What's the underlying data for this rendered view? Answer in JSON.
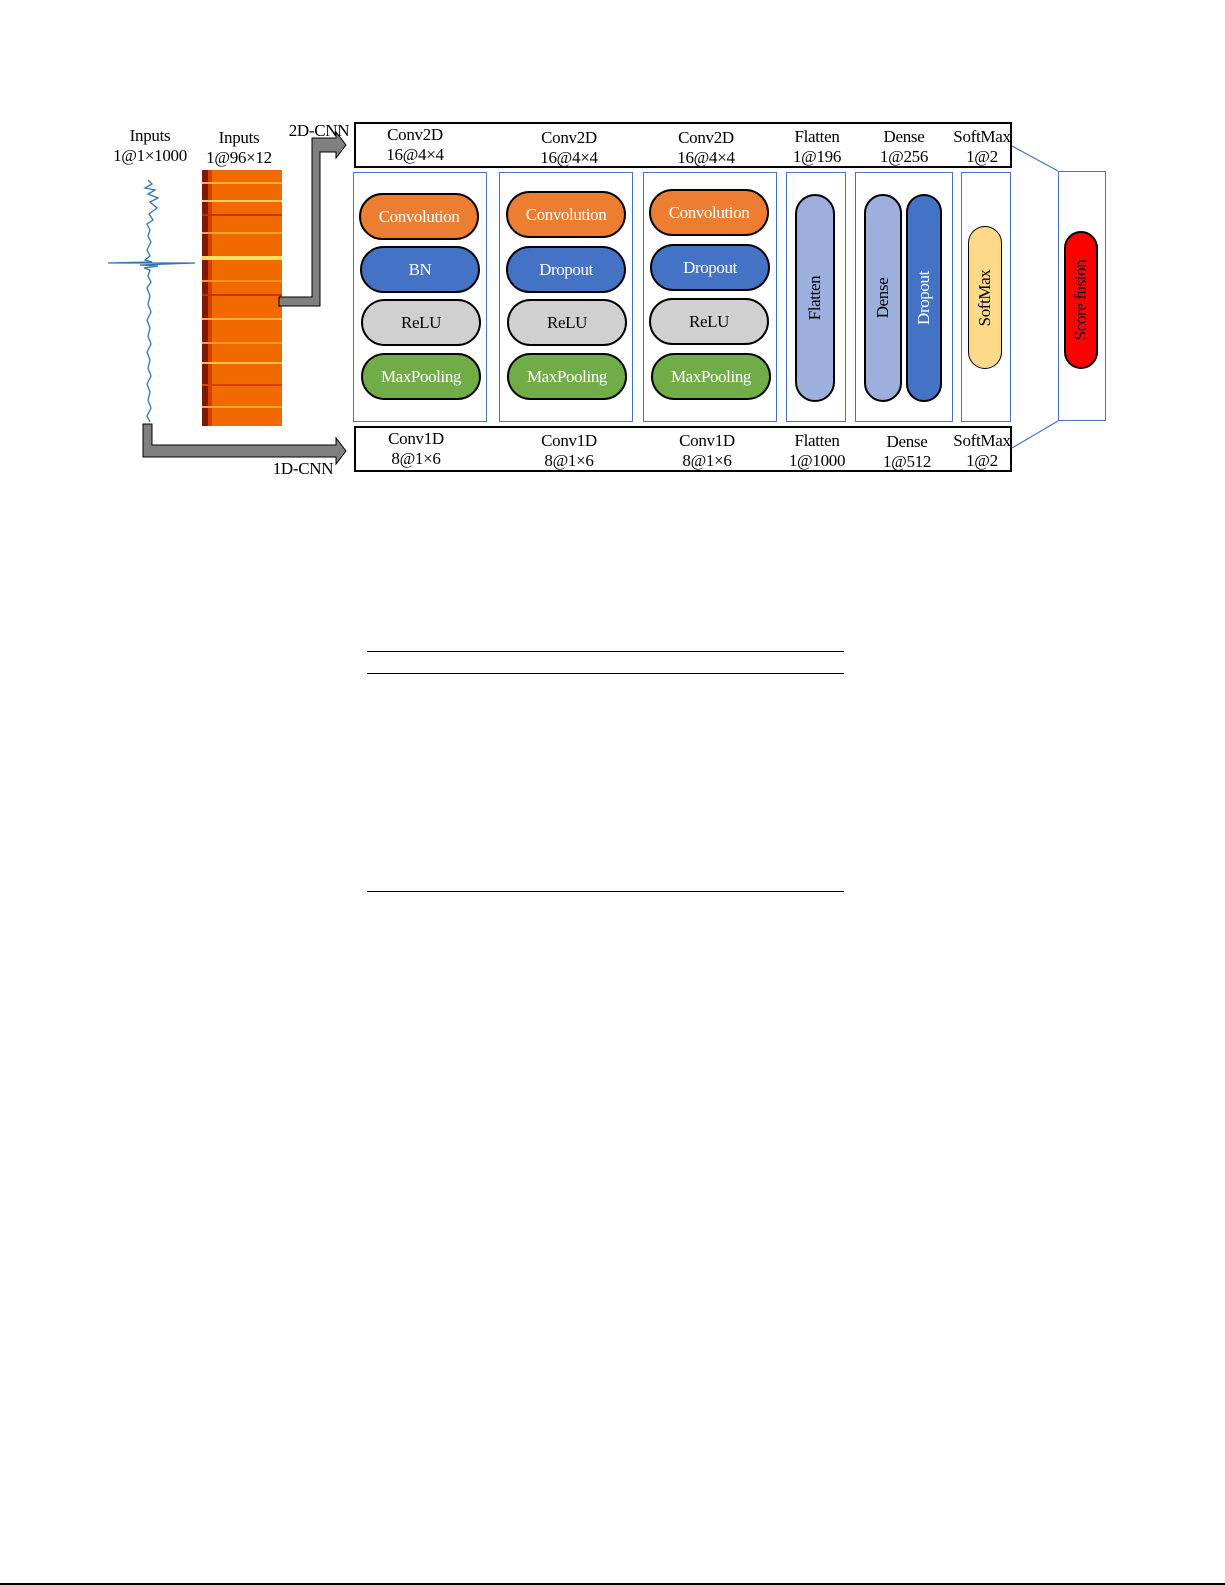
{
  "inputs": {
    "signal": {
      "title": "Inputs",
      "shape": "1@1×1000"
    },
    "image": {
      "title": "Inputs",
      "shape": "1@96×12"
    }
  },
  "branches": {
    "top": "2D-CNN",
    "bottom": "1D-CNN"
  },
  "top_layers": [
    {
      "name": "Conv2D",
      "shape": "16@4×4"
    },
    {
      "name": "Conv2D",
      "shape": "16@4×4"
    },
    {
      "name": "Conv2D",
      "shape": "16@4×4"
    },
    {
      "name": "Flatten",
      "shape": "1@196"
    },
    {
      "name": "Dense",
      "shape": "1@256"
    },
    {
      "name": "SoftMax",
      "shape": "1@2"
    }
  ],
  "bottom_layers": [
    {
      "name": "Conv1D",
      "shape": "8@1×6"
    },
    {
      "name": "Conv1D",
      "shape": "8@1×6"
    },
    {
      "name": "Conv1D",
      "shape": "8@1×6"
    },
    {
      "name": "Flatten",
      "shape": "1@1000"
    },
    {
      "name": "Dense",
      "shape": "1@512"
    },
    {
      "name": "SoftMax",
      "shape": "1@2"
    }
  ],
  "blocks": [
    [
      "Convolution",
      "BN",
      "ReLU",
      "MaxPooling"
    ],
    [
      "Convolution",
      "Dropout",
      "ReLU",
      "MaxPooling"
    ],
    [
      "Convolution",
      "Dropout",
      "ReLU",
      "MaxPooling"
    ]
  ],
  "flatten_block": "Flatten",
  "dense_block": {
    "dense": "Dense",
    "dropout": "Dropout"
  },
  "softmax_block": "SoftMax",
  "fusion": "Score fusion",
  "colors": {
    "convolution": "#ed7d31",
    "dropout_bn": "#4472c4",
    "relu": "#d0d0d0",
    "maxpooling": "#70ad47",
    "flatten": "#9dafdc",
    "softmax": "#ffd98a",
    "fusion": "#ff0000",
    "block_border": "#4a72c4"
  }
}
